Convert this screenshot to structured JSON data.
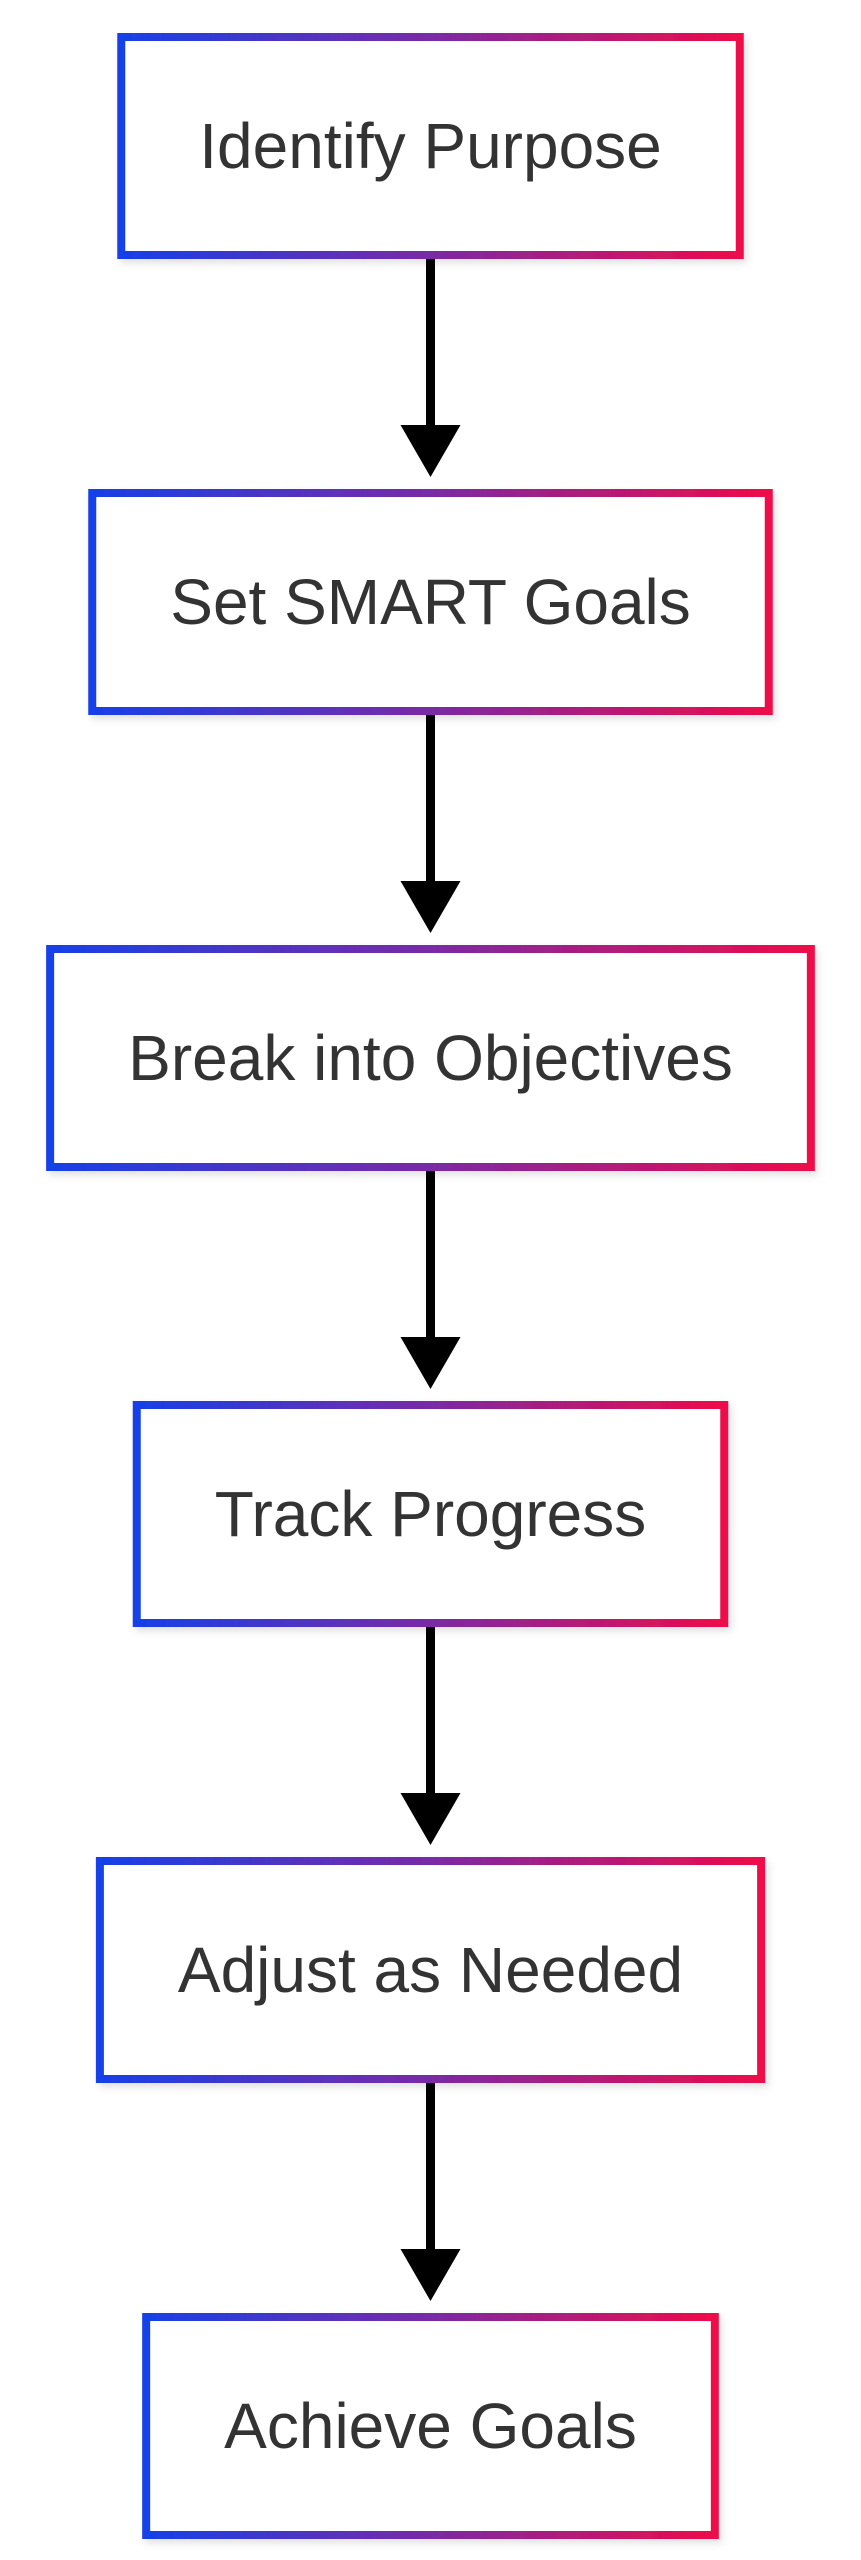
{
  "diagram": {
    "type": "flowchart",
    "direction": "top-to-bottom",
    "colors": {
      "border_gradient_start": "#1640e8",
      "border_gradient_mid": "#7a2aa6",
      "border_gradient_end": "#ee0b4a",
      "node_fill": "#ffffff",
      "text": "#333333",
      "arrow": "#000000"
    },
    "nodes": [
      {
        "id": "identify-purpose",
        "label": "Identify Purpose"
      },
      {
        "id": "set-smart-goals",
        "label": "Set SMART Goals"
      },
      {
        "id": "break-into-objectives",
        "label": "Break into Objectives"
      },
      {
        "id": "track-progress",
        "label": "Track Progress"
      },
      {
        "id": "adjust-as-needed",
        "label": "Adjust as Needed"
      },
      {
        "id": "achieve-goals",
        "label": "Achieve Goals"
      }
    ],
    "edges": [
      {
        "from": "identify-purpose",
        "to": "set-smart-goals"
      },
      {
        "from": "set-smart-goals",
        "to": "break-into-objectives"
      },
      {
        "from": "break-into-objectives",
        "to": "track-progress"
      },
      {
        "from": "track-progress",
        "to": "adjust-as-needed"
      },
      {
        "from": "adjust-as-needed",
        "to": "achieve-goals"
      }
    ]
  }
}
